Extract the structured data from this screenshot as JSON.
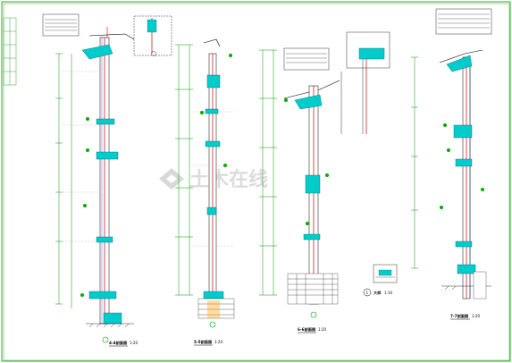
{
  "watermark": {
    "text": "土木在线",
    "logo_icon": "watermark-logo-icon"
  },
  "sections": [
    {
      "title": "4-4剖面图",
      "scale": "1:20"
    },
    {
      "title": "5-5剖面图",
      "scale": "1:20"
    },
    {
      "title": "6-6剖面图",
      "scale": "1:20"
    },
    {
      "title": "7-7剖面图",
      "scale": "1:20"
    }
  ],
  "detail": {
    "marker": "1",
    "title": "大样",
    "scale": "1:10"
  },
  "colors": {
    "frame": "#009900",
    "wall_fill": "#00cccc",
    "rebar": "#cc0000",
    "text": "#000000",
    "callout_box": "#000000"
  }
}
